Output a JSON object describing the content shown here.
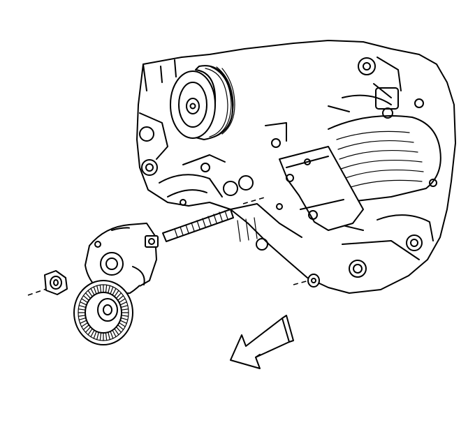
{
  "figure": {
    "kind": "exploded-view line drawing",
    "subject": "engine-front-accessory-drive",
    "ink_color": "#000000",
    "paper_color": "#ffffff"
  },
  "components": [
    {
      "name": "engine-block"
    },
    {
      "name": "power-steering-pulley"
    },
    {
      "name": "mounting-bracket"
    },
    {
      "name": "tensioner-stud"
    },
    {
      "name": "drive-belt-tensioner"
    },
    {
      "name": "tensioner-pulley"
    },
    {
      "name": "nut"
    }
  ],
  "indicator": {
    "name": "front-direction-arrow",
    "points": "down-left"
  }
}
